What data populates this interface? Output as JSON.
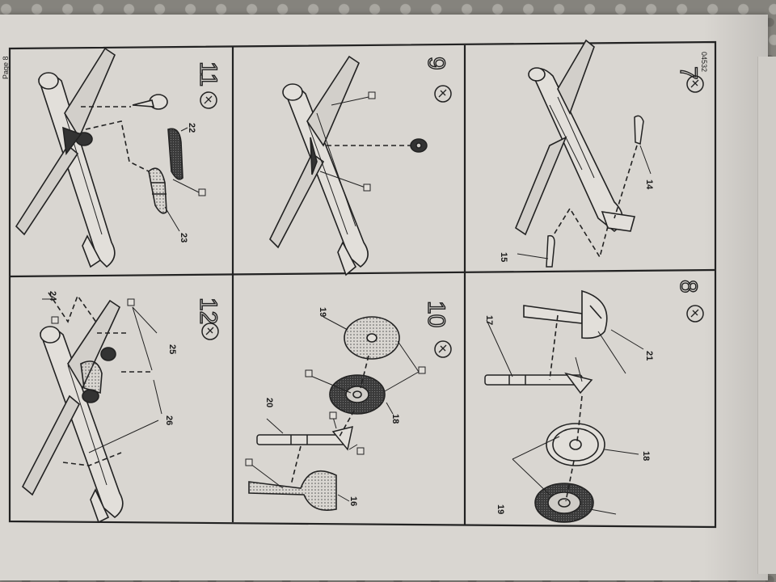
{
  "document": {
    "code": "04532",
    "footer": "Page 8"
  },
  "steps": [
    {
      "number": "7",
      "parts": [
        "14",
        "15"
      ]
    },
    {
      "number": "8",
      "parts": [
        "17",
        "21",
        "18",
        "19"
      ]
    },
    {
      "number": "9",
      "parts": []
    },
    {
      "number": "10",
      "parts": [
        "19",
        "18",
        "20",
        "16"
      ]
    },
    {
      "number": "11",
      "parts": [
        "22",
        "23"
      ]
    },
    {
      "number": "12",
      "parts": [
        "24",
        "25",
        "26"
      ]
    }
  ],
  "colors": {
    "paper": "#d9d6d1",
    "ink": "#1c1c1c",
    "panel_border": "#222222"
  }
}
